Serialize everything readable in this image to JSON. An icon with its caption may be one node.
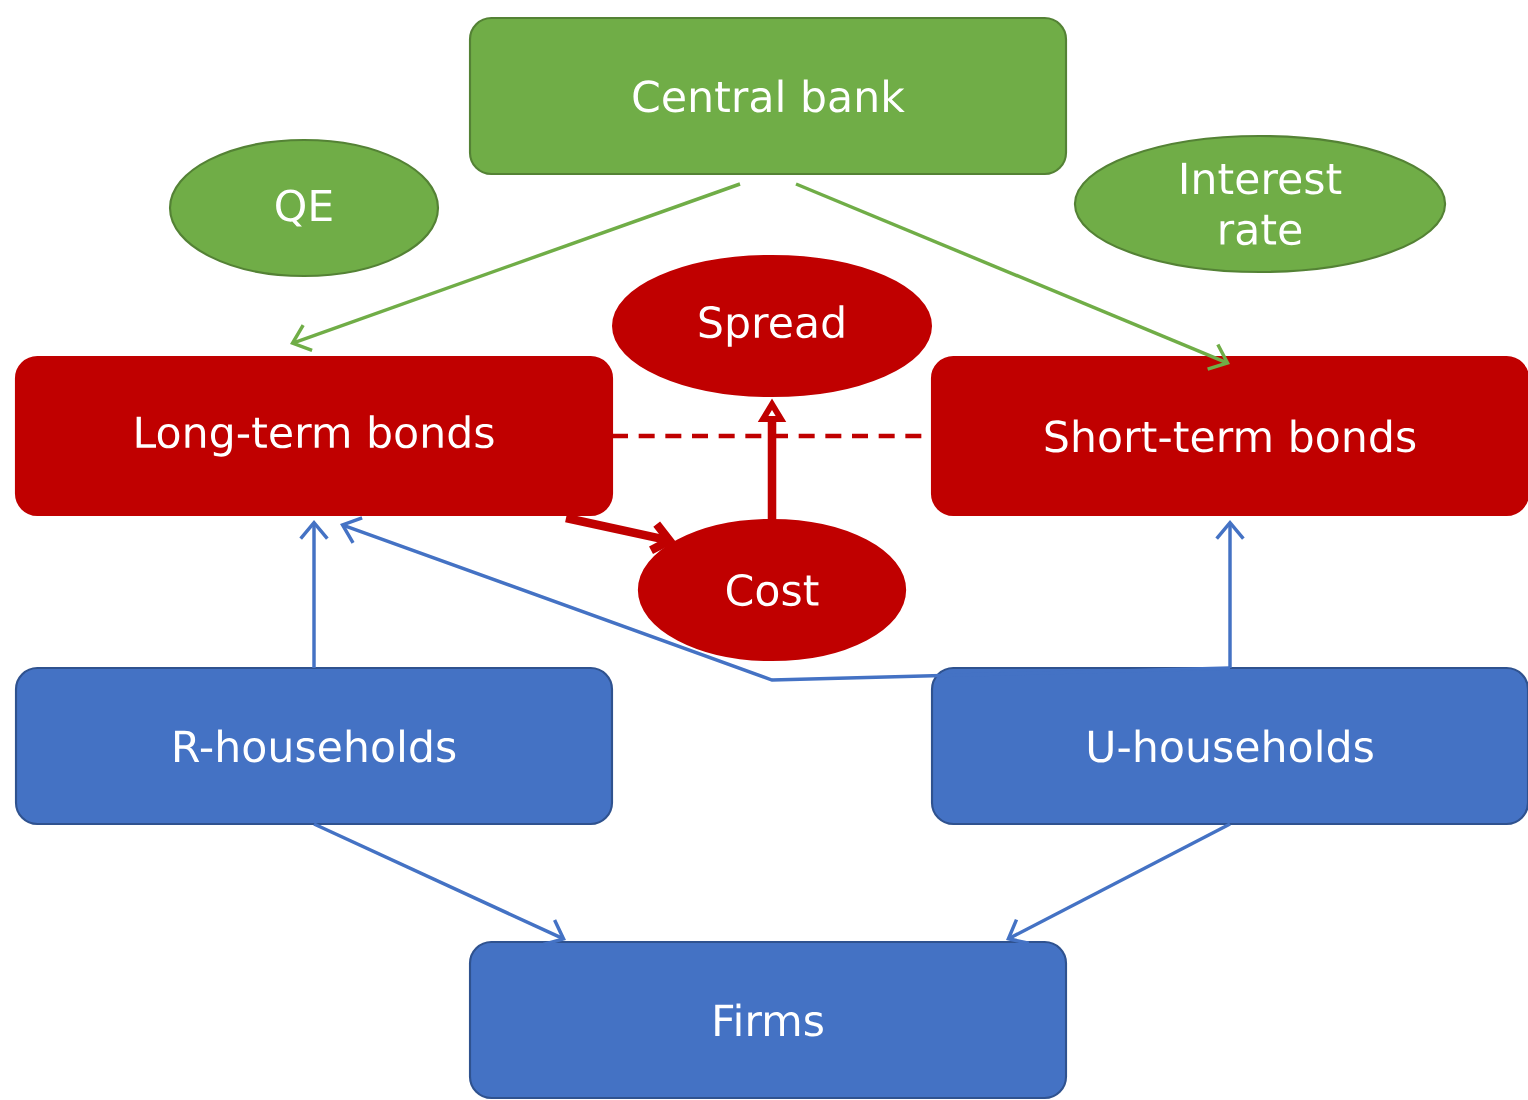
{
  "diagram": {
    "nodes": [
      {
        "text": [
          "Central bank"
        ]
      },
      {
        "text": [
          "QE"
        ]
      },
      {
        "text": [
          "Interest rate"
        ]
      },
      {
        "text": [
          "Spread"
        ]
      },
      {
        "text": [
          "Long-term bonds"
        ]
      },
      {
        "text": [
          "Short-term bonds"
        ]
      },
      {
        "text": [
          "Cost"
        ]
      },
      {
        "text": [
          "R-households"
        ]
      },
      {
        "text": [
          "U-households"
        ]
      },
      {
        "text": [
          "Firms"
        ]
      }
    ],
    "edges": [
      {
        "from": 0,
        "to": 4,
        "arrow": "to",
        "color": "#70ad47"
      },
      {
        "from": 0,
        "to": 5,
        "arrow": "to",
        "color": "#70ad47"
      },
      {
        "from": 4,
        "to": 6,
        "arrow": "to",
        "style": "thick",
        "color": "#c00000"
      },
      {
        "from": 6,
        "to": 3,
        "arrow": "to",
        "style": "thick",
        "color": "#c00000"
      },
      {
        "from": 4,
        "to": 5,
        "arrow": "none",
        "style": "dashed",
        "color": "#c00000"
      },
      {
        "from": 7,
        "to": 4,
        "arrow": "to"
      },
      {
        "from": 8,
        "to": 5,
        "arrow": "to"
      },
      {
        "from": 8,
        "to": 4,
        "arrow": "to"
      },
      {
        "from": 7,
        "to": 9,
        "arrow": "to"
      },
      {
        "from": 8,
        "to": 9,
        "arrow": "to"
      }
    ]
  }
}
